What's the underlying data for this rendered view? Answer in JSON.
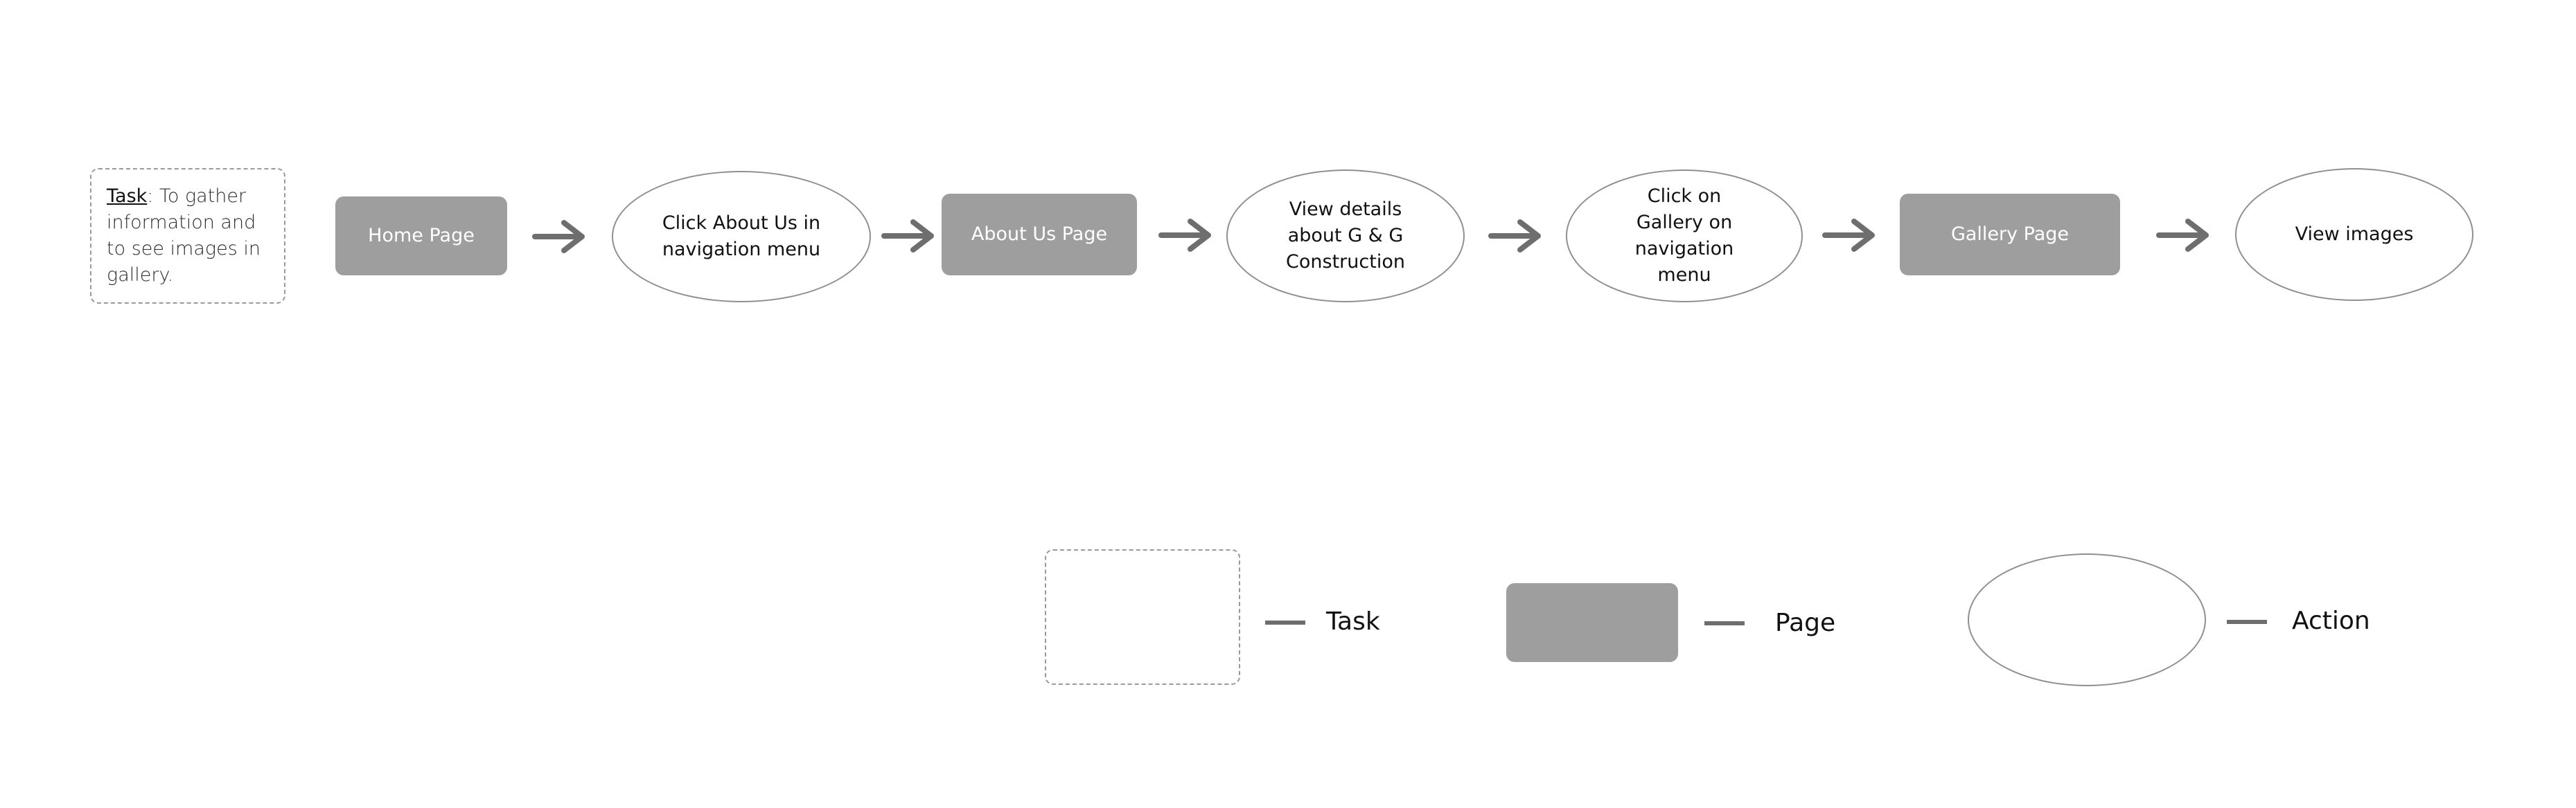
{
  "colors": {
    "page_fill": "#9e9e9e",
    "arrow": "#6e6e6e",
    "action_border": "#8f8f8f",
    "task_border": "#9a9a9a"
  },
  "flow": {
    "task": {
      "label": "Task",
      "text": ": To gather information and to see images in gallery."
    },
    "home_page": "Home Page",
    "click_about": "Click About Us in navigation menu",
    "about_page": "About Us Page",
    "view_details": "View details about G & G Construction",
    "click_gallery": "Click on Gallery on navigation menu",
    "gallery_page": "Gallery Page",
    "view_images": "View images"
  },
  "legend": {
    "task": "Task",
    "page": "Page",
    "action": "Action"
  }
}
